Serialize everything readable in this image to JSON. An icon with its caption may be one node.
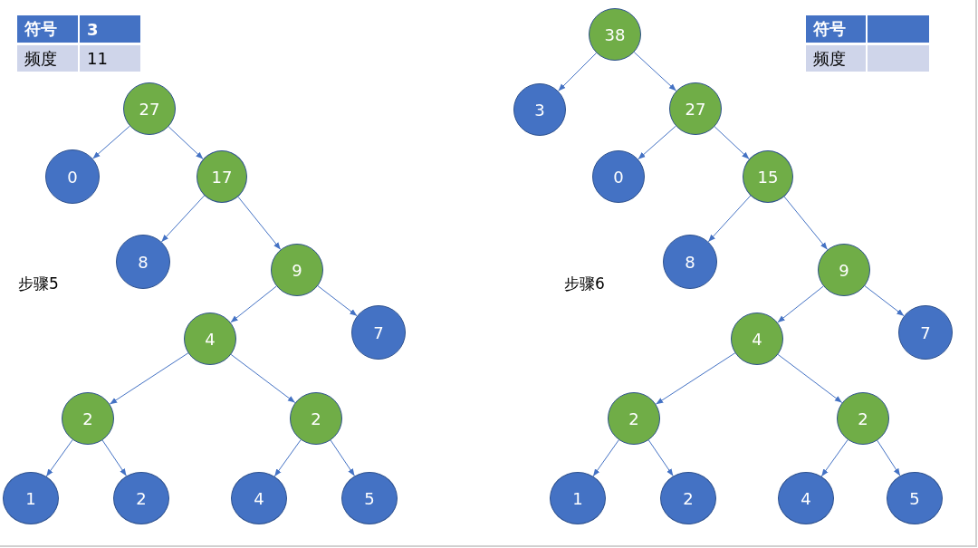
{
  "diagram": {
    "nodes": [
      {
        "text": [
          "27"
        ]
      },
      {
        "text": [
          "0"
        ]
      },
      {
        "text": [
          "17"
        ]
      },
      {
        "text": [
          "8"
        ]
      },
      {
        "text": [
          "9"
        ]
      },
      {
        "text": [
          "4"
        ]
      },
      {
        "text": [
          "7"
        ]
      },
      {
        "text": [
          "2"
        ]
      },
      {
        "text": [
          "2"
        ]
      },
      {
        "text": [
          "1"
        ]
      },
      {
        "text": [
          "2"
        ]
      },
      {
        "text": [
          "4"
        ]
      },
      {
        "text": [
          "5"
        ]
      },
      {
        "text": [
          "38"
        ]
      },
      {
        "text": [
          "3"
        ]
      },
      {
        "text": [
          "27"
        ]
      },
      {
        "text": [
          "0"
        ]
      },
      {
        "text": [
          "15"
        ]
      },
      {
        "text": [
          "8"
        ]
      },
      {
        "text": [
          "9"
        ]
      },
      {
        "text": [
          "4"
        ]
      },
      {
        "text": [
          "7"
        ]
      },
      {
        "text": [
          "2"
        ]
      },
      {
        "text": [
          "2"
        ]
      },
      {
        "text": [
          "1"
        ]
      },
      {
        "text": [
          "2"
        ]
      },
      {
        "text": [
          "4"
        ]
      },
      {
        "text": [
          "5"
        ]
      }
    ],
    "edges": [
      {
        "from": 0,
        "to": 1,
        "arrow": "to"
      },
      {
        "from": 0,
        "to": 2,
        "arrow": "to"
      },
      {
        "from": 2,
        "to": 3,
        "arrow": "to"
      },
      {
        "from": 2,
        "to": 4,
        "arrow": "to"
      },
      {
        "from": 4,
        "to": 5,
        "arrow": "to"
      },
      {
        "from": 4,
        "to": 6,
        "arrow": "to"
      },
      {
        "from": 5,
        "to": 7,
        "arrow": "to"
      },
      {
        "from": 5,
        "to": 8,
        "arrow": "to"
      },
      {
        "from": 7,
        "to": 9,
        "arrow": "to"
      },
      {
        "from": 7,
        "to": 10,
        "arrow": "to"
      },
      {
        "from": 8,
        "to": 11,
        "arrow": "to"
      },
      {
        "from": 8,
        "to": 12,
        "arrow": "to"
      },
      {
        "from": 13,
        "to": 14,
        "arrow": "to"
      },
      {
        "from": 13,
        "to": 15,
        "arrow": "to"
      },
      {
        "from": 15,
        "to": 16,
        "arrow": "to"
      },
      {
        "from": 15,
        "to": 17,
        "arrow": "to"
      },
      {
        "from": 17,
        "to": 18,
        "arrow": "to"
      },
      {
        "from": 17,
        "to": 19,
        "arrow": "to"
      },
      {
        "from": 19,
        "to": 20,
        "arrow": "to"
      },
      {
        "from": 19,
        "to": 21,
        "arrow": "to"
      },
      {
        "from": 20,
        "to": 22,
        "arrow": "to"
      },
      {
        "from": 20,
        "to": 23,
        "arrow": "to"
      },
      {
        "from": 22,
        "to": 24,
        "arrow": "to"
      },
      {
        "from": 22,
        "to": 25,
        "arrow": "to"
      },
      {
        "from": 23,
        "to": 26,
        "arrow": "to"
      },
      {
        "from": 23,
        "to": 27,
        "arrow": "to"
      }
    ],
    "labels": [
      "符号",
      "3",
      "频度",
      "11",
      "步骤5",
      "符号",
      "频度",
      "步骤6"
    ]
  }
}
